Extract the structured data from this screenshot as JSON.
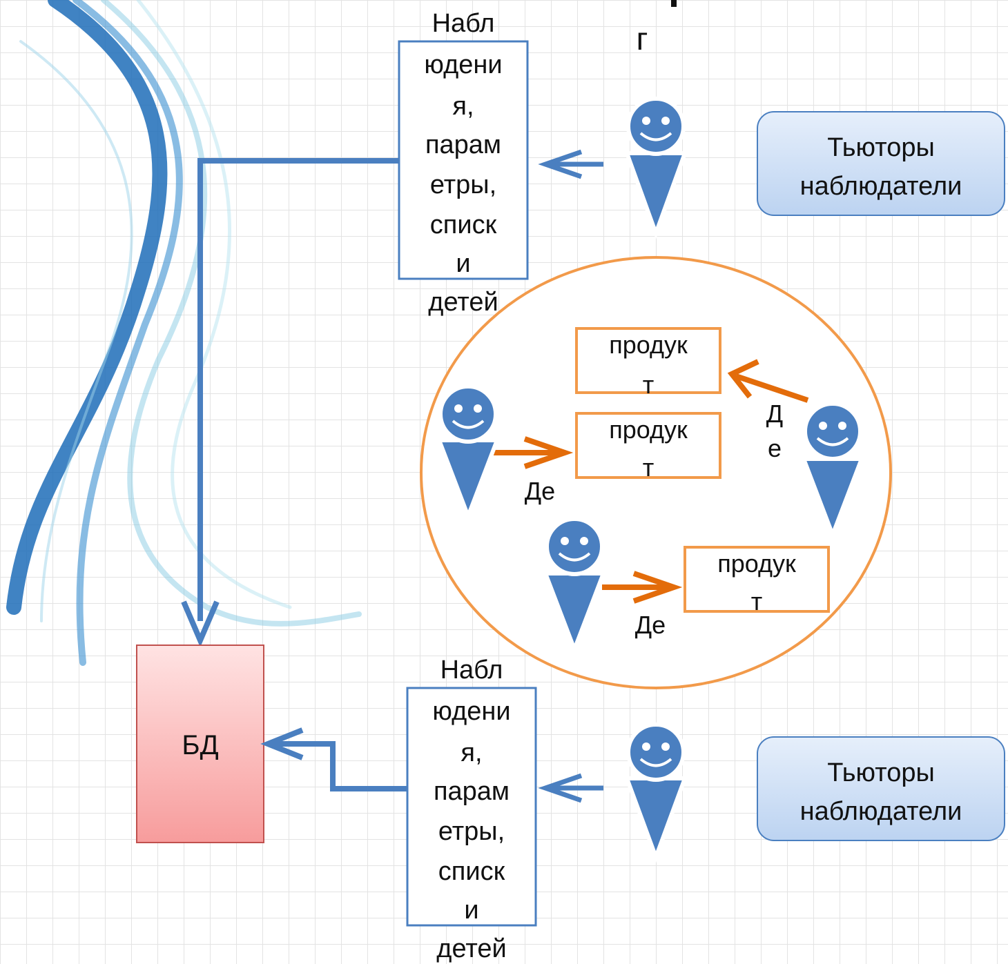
{
  "header_fragment": "г",
  "observation_box_lines": [
    "Набл",
    "юдени",
    "я,",
    "парам",
    "етры,",
    "списк",
    "и",
    "детей"
  ],
  "observation_box_lines_bottom": [
    "Набл",
    "юдени",
    "я,",
    "парам",
    "етры,",
    "списк",
    "и",
    "детей"
  ],
  "tutors_label_top": [
    "Тьюторы",
    "наблюдатели"
  ],
  "tutors_label_bottom": [
    "Тьюторы",
    "наблюдатели"
  ],
  "db_label": "БД",
  "product_label": [
    "продук",
    "т"
  ],
  "activity_label_1": "Де",
  "activity_label_2": [
    "Д",
    "е"
  ],
  "activity_label_3": "Де",
  "colors": {
    "blue": "#4a7fc0",
    "orange": "#f29a4a",
    "arrow_orange": "#e36c0a",
    "pill_fill": "#c9dcf5",
    "db_top": "#ffe3e3",
    "db_bottom": "#f79c9c"
  }
}
